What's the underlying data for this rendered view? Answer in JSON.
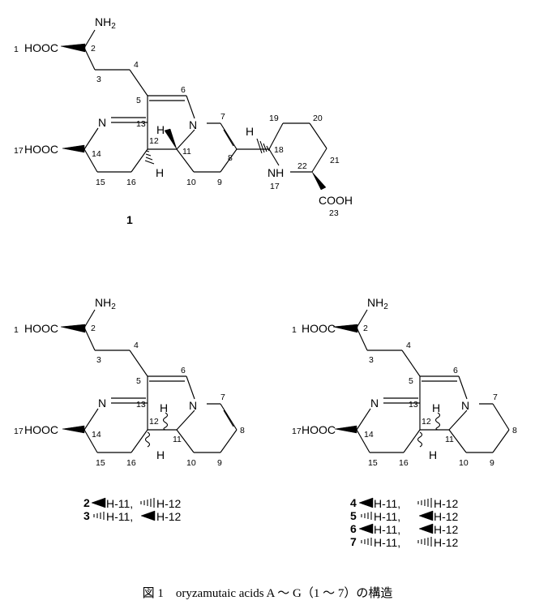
{
  "structure_1": {
    "nh2": "NH",
    "nh2_sub": "2",
    "hooc_top": "HOOC",
    "hooc_bottom": "HOOC",
    "cooh": "COOH",
    "n_imine": "N",
    "n_ring": "N",
    "nh": "NH",
    "h11": "H",
    "h12": "H",
    "h18": "H",
    "compound_id": "1",
    "pos": {
      "p1": "1",
      "p2": "2",
      "p3": "3",
      "p4": "4",
      "p5": "5",
      "p6": "6",
      "p7": "7",
      "p8": "8",
      "p9": "9",
      "p10": "10",
      "p11": "11",
      "p12": "12",
      "p13": "13",
      "p14": "14",
      "p15": "15",
      "p16": "16",
      "p17": "17",
      "p18": "18",
      "p19": "19",
      "p20": "20",
      "p21": "21",
      "p22": "22",
      "p23": "23",
      "p17b": "17"
    }
  },
  "structure_2": {
    "nh2": "NH",
    "nh2_sub": "2",
    "hooc_top": "HOOC",
    "hooc_bottom": "HOOC",
    "n_imine": "N",
    "n_ring": "N",
    "h11": "H",
    "h12": "H",
    "pos": {
      "p1": "1",
      "p2": "2",
      "p3": "3",
      "p4": "4",
      "p5": "5",
      "p6": "6",
      "p7": "7",
      "p8": "8",
      "p9": "9",
      "p10": "10",
      "p11": "11",
      "p12": "12",
      "p13": "13",
      "p14": "14",
      "p15": "15",
      "p16": "16",
      "p17": "17"
    }
  },
  "structure_3": {
    "nh2": "NH",
    "nh2_sub": "2",
    "hooc_top": "HOOC",
    "hooc_bottom": "HOOC",
    "n_imine": "N",
    "n_ring": "N",
    "h11": "H",
    "h12": "H",
    "pos": {
      "p1": "1",
      "p2": "2",
      "p3": "3",
      "p4": "4",
      "p5": "5",
      "p6": "6",
      "p7": "7",
      "p8": "8",
      "p9": "9",
      "p10": "10",
      "p11": "11",
      "p12": "12",
      "p13": "13",
      "p14": "14",
      "p15": "15",
      "p16": "16",
      "p17": "17"
    }
  },
  "legend_left": [
    {
      "id": "2",
      "a": "H-11,",
      "b": "H-12"
    },
    {
      "id": "3",
      "a": "H-11,",
      "b": "H-12"
    }
  ],
  "legend_right": [
    {
      "id": "4",
      "a": "H-11,",
      "b": "H-12"
    },
    {
      "id": "5",
      "a": "H-11,",
      "b": "H-12"
    },
    {
      "id": "6",
      "a": "H-11,",
      "b": "H-12"
    },
    {
      "id": "7",
      "a": "H-11,",
      "b": "H-12"
    }
  ],
  "caption": "図 1　oryzamutaic acids A ～ G（1 ～ 7）の構造"
}
